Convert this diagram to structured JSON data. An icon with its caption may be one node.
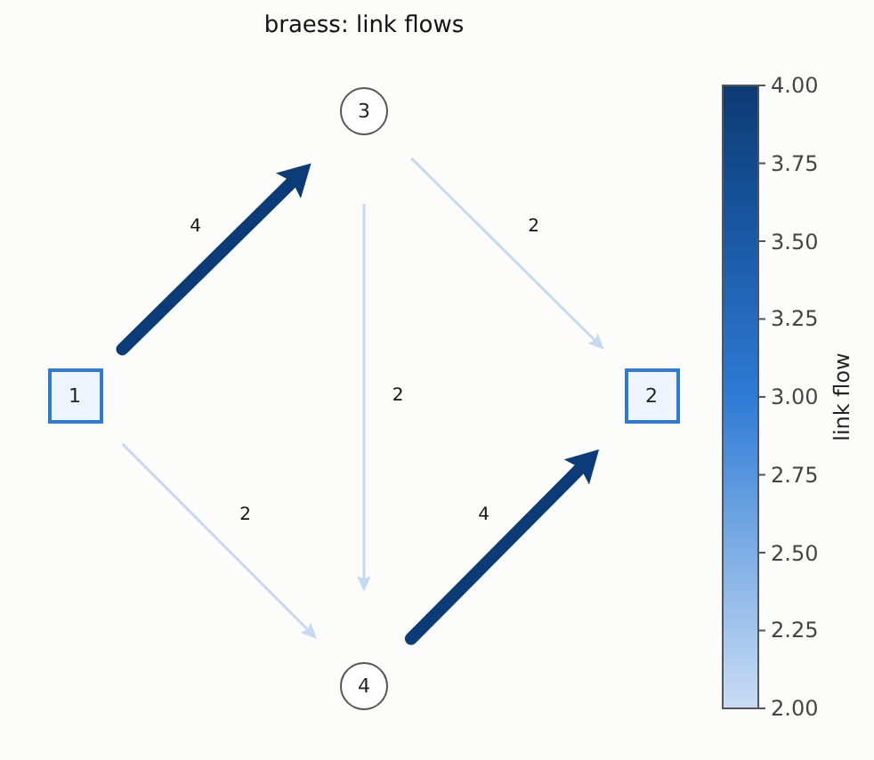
{
  "diagram": {
    "title": "braess: link flows",
    "nodes": [
      {
        "text": [
          "3"
        ]
      },
      {
        "text": [
          "1"
        ]
      },
      {
        "text": [
          "2"
        ]
      },
      {
        "text": [
          "4"
        ]
      }
    ],
    "edges": [
      {
        "from": 1,
        "to": 0,
        "arrow": "to",
        "label": "4",
        "style": "thick",
        "color": "#0c3c78"
      },
      {
        "from": 0,
        "to": 2,
        "arrow": "to",
        "label": "2"
      },
      {
        "from": 0,
        "to": 3,
        "arrow": "to",
        "label": "2"
      },
      {
        "from": 1,
        "to": 3,
        "arrow": "to",
        "label": "2"
      },
      {
        "from": 3,
        "to": 2,
        "arrow": "to",
        "label": "4",
        "style": "thick",
        "color": "#0c3c78"
      }
    ],
    "labels": [
      "4.00",
      "3.75",
      "3.50",
      "3.25",
      "3.00",
      "2.75",
      "2.50",
      "2.25",
      "2.00",
      "link flow"
    ]
  }
}
